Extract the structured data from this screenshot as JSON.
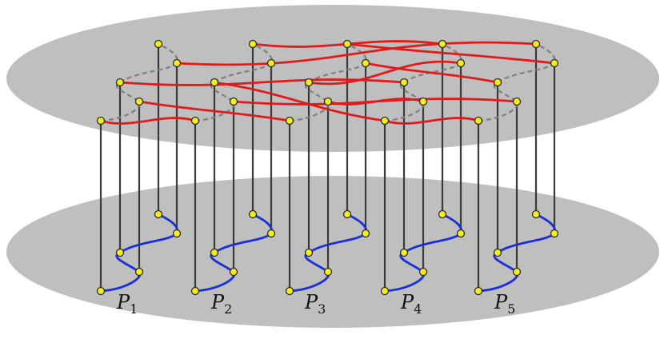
{
  "groups": [
    {
      "label": "P",
      "subscript": "1"
    },
    {
      "label": "P",
      "subscript": "2"
    },
    {
      "label": "P",
      "subscript": "3"
    },
    {
      "label": "P",
      "subscript": "4"
    },
    {
      "label": "P",
      "subscript": "5"
    }
  ],
  "colors": {
    "plate": "#bfbfbf",
    "post": "#3a3a3a",
    "top_edge": "#e01b1b",
    "top_dashed": "#7f7f7f",
    "bottom_edge": "#1b2fd6",
    "node_fill": "#f4ec1c"
  }
}
